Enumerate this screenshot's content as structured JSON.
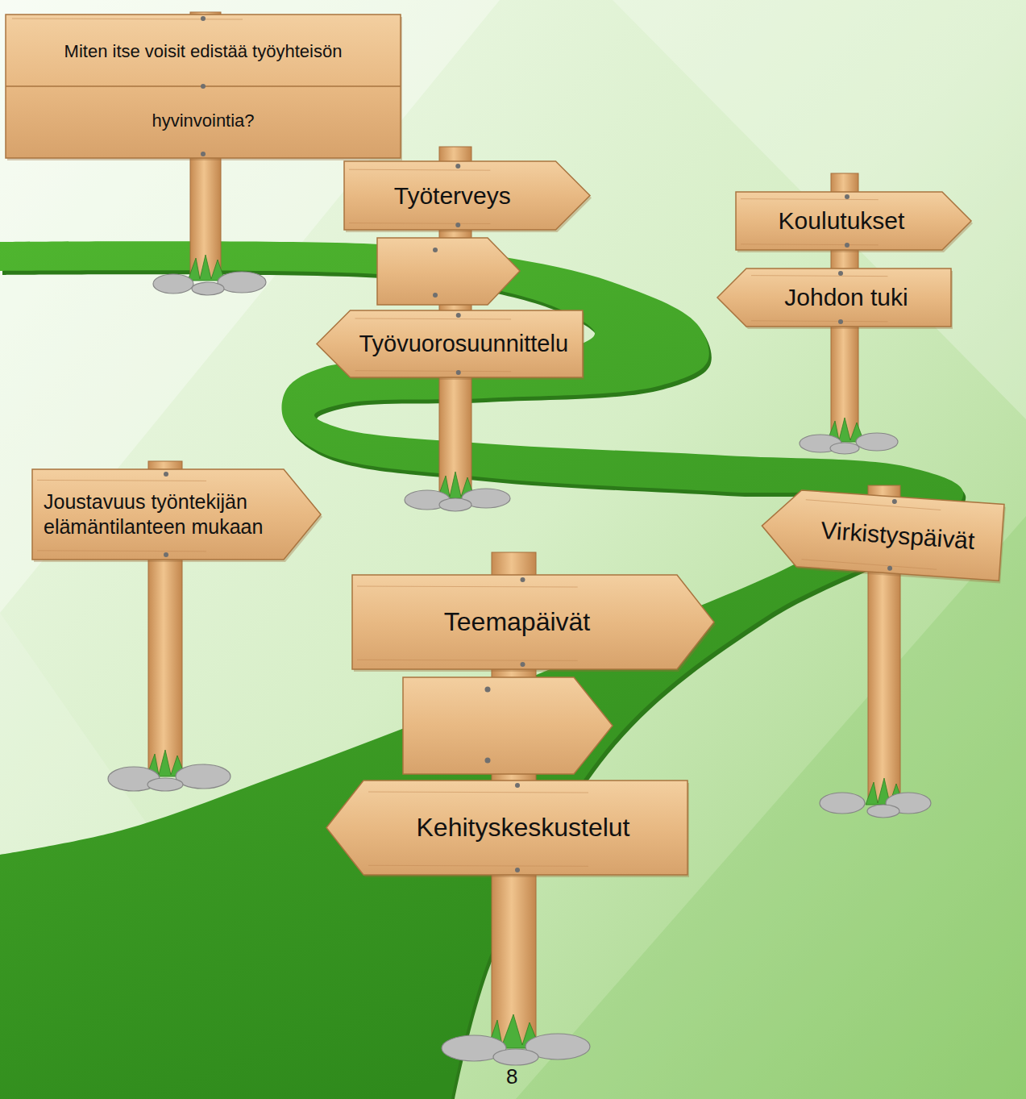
{
  "diagram": {
    "nodes": [
      {
        "text": [
          "Miten itse voisit edistää työyhteisön hyvinvointia?"
        ]
      },
      {
        "text": [
          "Työterveys"
        ]
      },
      {
        "text": [
          "Työvuorosuunnittelu"
        ]
      },
      {
        "text": [
          "Koulutukset"
        ]
      },
      {
        "text": [
          "Johdon tuki"
        ]
      },
      {
        "text": [
          "Joustavuus työntekijän elämäntilanteen mukaan"
        ]
      },
      {
        "text": [
          "Virkistyspäivät"
        ]
      },
      {
        "text": [
          "Teemapäivät"
        ]
      },
      {
        "text": [
          "Kehityskeskustelut"
        ]
      }
    ],
    "labels": [
      "8"
    ]
  }
}
